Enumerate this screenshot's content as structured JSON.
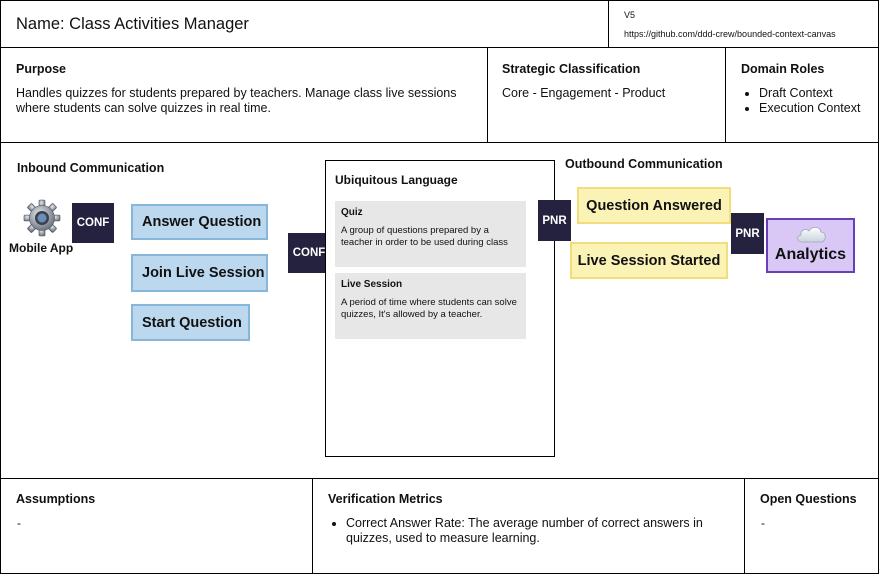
{
  "header": {
    "name": "Name: Class Activities Manager",
    "version": "V5",
    "url": "https://github.com/ddd-crew/bounded-context-canvas"
  },
  "purpose": {
    "title": "Purpose",
    "text": "Handles quizzes for students prepared by teachers. Manage class live sessions where students can solve quizzes in real time."
  },
  "strategic": {
    "title": "Strategic Classification",
    "text": "Core - Engagement - Product"
  },
  "domain_roles": {
    "title": "Domain Roles",
    "items": [
      "Draft Context",
      "Execution Context"
    ]
  },
  "inbound": {
    "title": "Inbound Communication",
    "actor": "Mobile App",
    "actor_icon": "gear-icon",
    "conf_label": "CONF",
    "messages": [
      "Answer Question",
      "Join Live Session",
      "Start Question"
    ],
    "conf_label_2": "CONF"
  },
  "ubiquitous": {
    "title": "Ubiquitous Language",
    "terms": [
      {
        "name": "Quiz",
        "desc": "A group of questions prepared by a teacher in order to be used during class"
      },
      {
        "name": "Live Session",
        "desc": "A period of time where students can solve quizzes, It's allowed by a teacher."
      }
    ]
  },
  "outbound": {
    "title": "Outbound Communication",
    "pnr_label": "PNR",
    "messages": [
      "Question Answered",
      "Live Session Started"
    ],
    "pnr_label_2": "PNR",
    "target": "Analytics",
    "target_icon": "cloud-icon"
  },
  "assumptions": {
    "title": "Assumptions",
    "text": "-"
  },
  "verification": {
    "title": "Verification Metrics",
    "items": [
      "Correct Answer Rate: The average number of correct answers in quizzes, used to measure learning."
    ]
  },
  "open_questions": {
    "title": "Open Questions",
    "text": "-"
  },
  "colors": {
    "command_fill": "#bcd8ee",
    "event_fill": "#fbf2b6",
    "relationship_fill": "#24223f",
    "external_system_fill": "#d9c8f5"
  }
}
